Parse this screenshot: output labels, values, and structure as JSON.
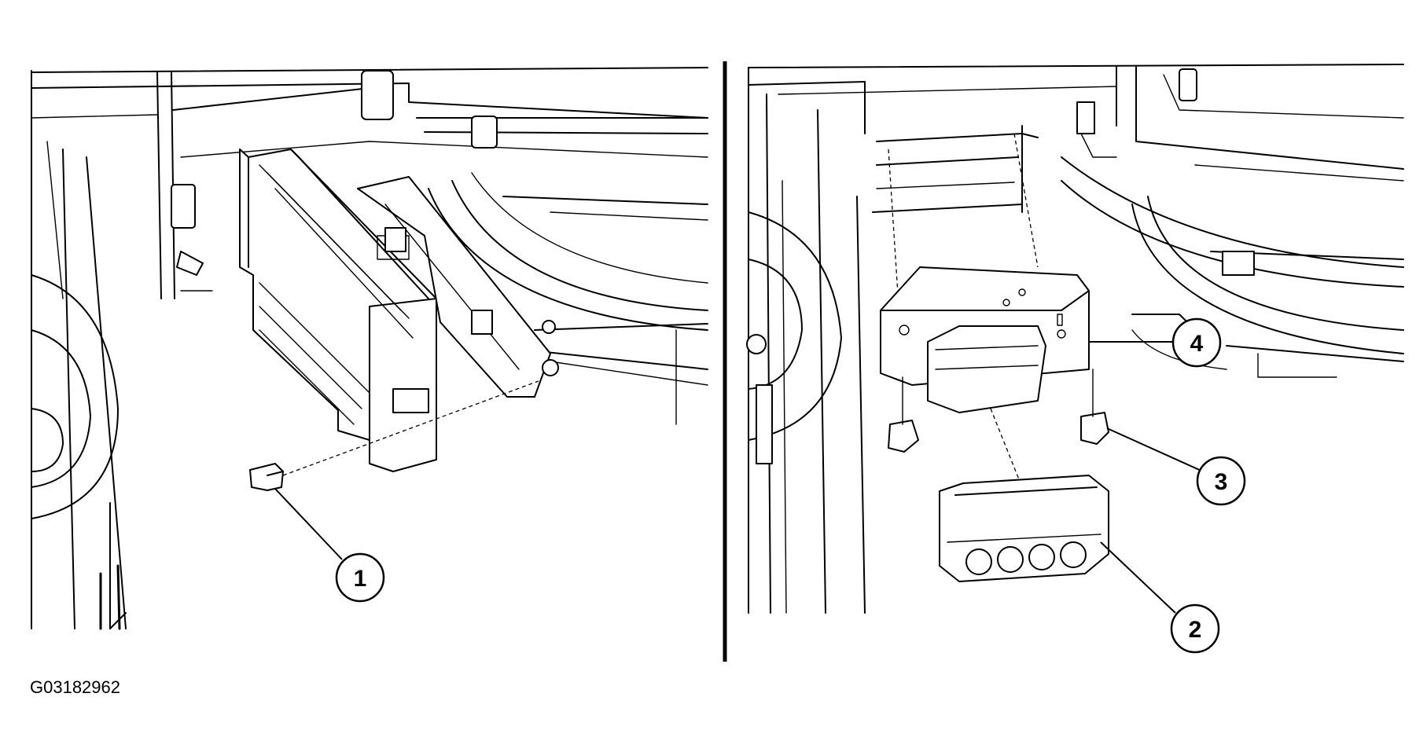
{
  "figure_id": "G03182962",
  "callouts": {
    "c1": "1",
    "c2": "2",
    "c3": "3",
    "c4": "4"
  }
}
